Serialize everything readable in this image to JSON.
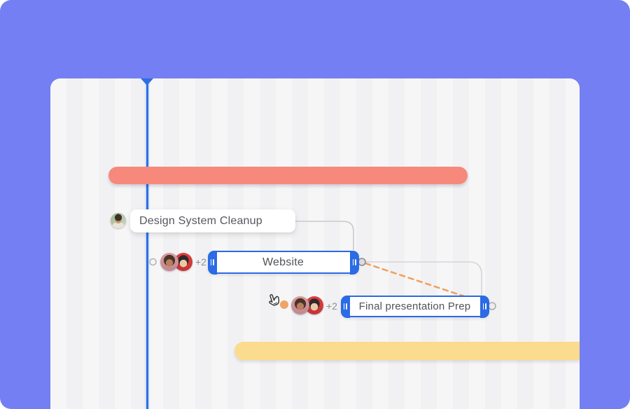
{
  "canvas": {
    "background_color": "#737FF2",
    "board_color": "#F6F6F7",
    "stripe_color": "#F1F1F3"
  },
  "today_line": {
    "color": "#2E6FE6"
  },
  "bars": {
    "salmon": {
      "color": "#F6897C"
    },
    "yellow": {
      "color": "#FBDB8D"
    }
  },
  "tasks": [
    {
      "label": "Design System Cleanup"
    },
    {
      "label": "Website",
      "extra_assignees": "+2"
    },
    {
      "label": "Final presentation Prep",
      "extra_assignees": "+2"
    }
  ],
  "dependency": {
    "connector_color": "#C9C9CB",
    "drag_line_color": "#F2A15F",
    "drag_dot_color": "#F0A466"
  },
  "icons": {
    "cursor": "hand-pointer",
    "today_marker": "triangle-down"
  }
}
